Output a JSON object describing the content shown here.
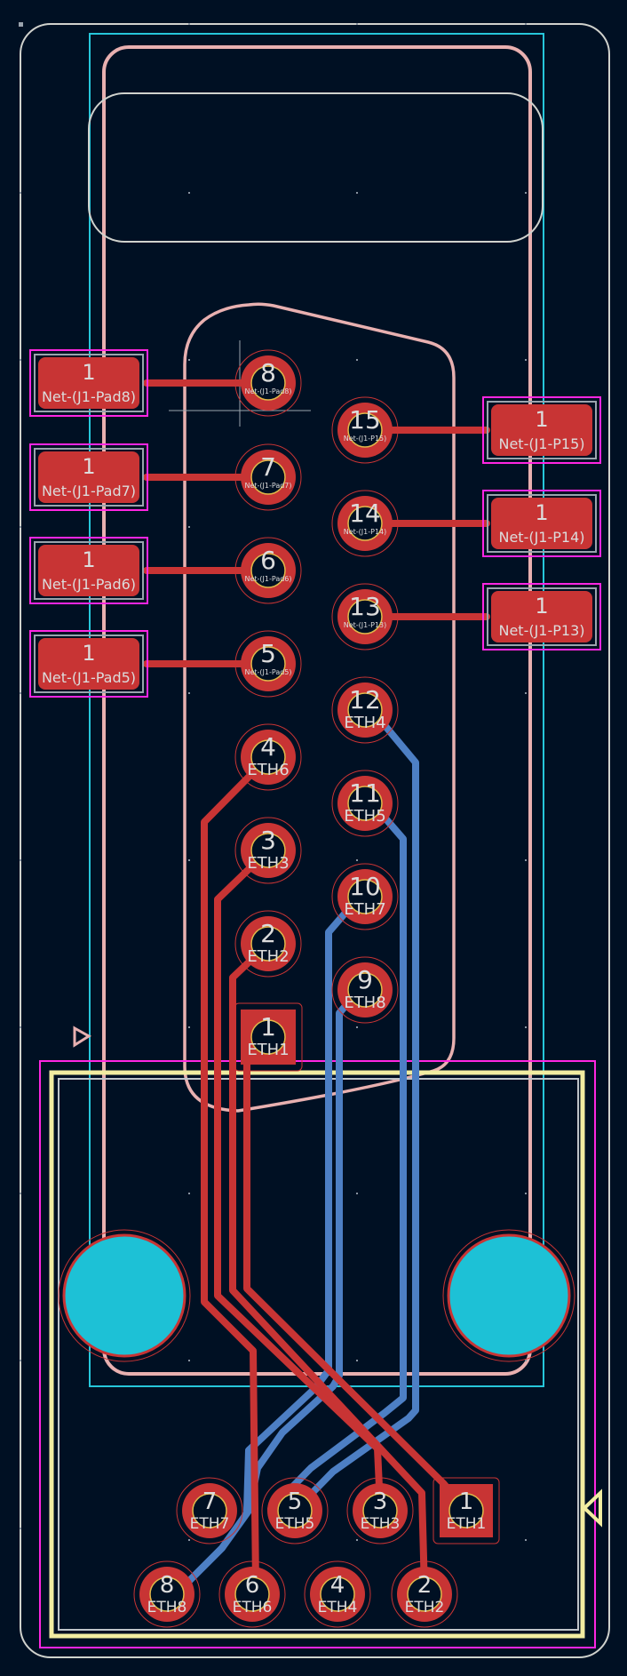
{
  "title": "PCB layout — DB15 connector to 8-pin header",
  "colors": {
    "background": "#001023",
    "edge_cuts": "#d0d2cd",
    "front_copper": "#c83434",
    "back_copper": "#4d7fc4",
    "silkscreen": "#f2eda1",
    "courtyard": "#ff26e2",
    "fab": "#26c6da",
    "connector_outline": "#e8b0b0",
    "pad_label": "#dcdcdc",
    "mounting_hole": "#1dc1d6"
  },
  "db15_pins": [
    {
      "num": "1",
      "net": "ETH1"
    },
    {
      "num": "2",
      "net": "ETH2"
    },
    {
      "num": "3",
      "net": "ETH3"
    },
    {
      "num": "4",
      "net": "ETH6"
    },
    {
      "num": "5",
      "net": "Net-(J1-Pad5)"
    },
    {
      "num": "6",
      "net": "Net-(J1-Pad6)"
    },
    {
      "num": "7",
      "net": "Net-(J1-Pad7)"
    },
    {
      "num": "8",
      "net": "Net-(J1-Pad8)"
    },
    {
      "num": "9",
      "net": "ETH8"
    },
    {
      "num": "10",
      "net": "ETH7"
    },
    {
      "num": "11",
      "net": "ETH5"
    },
    {
      "num": "12",
      "net": "ETH4"
    },
    {
      "num": "13",
      "net": "Net-(J1-P13)"
    },
    {
      "num": "14",
      "net": "Net-(J1-P14)"
    },
    {
      "num": "15",
      "net": "Net-(J1-P15)"
    }
  ],
  "smd_pads_left": [
    {
      "num": "1",
      "net": "Net-(J1-Pad8)"
    },
    {
      "num": "1",
      "net": "Net-(J1-Pad7)"
    },
    {
      "num": "1",
      "net": "Net-(J1-Pad6)"
    },
    {
      "num": "1",
      "net": "Net-(J1-Pad5)"
    }
  ],
  "smd_pads_right": [
    {
      "num": "1",
      "net": "Net-(J1-P15)"
    },
    {
      "num": "1",
      "net": "Net-(J1-P14)"
    },
    {
      "num": "1",
      "net": "Net-(J1-P13)"
    }
  ],
  "header_pins": [
    {
      "num": "1",
      "net": "ETH1"
    },
    {
      "num": "2",
      "net": "ETH2"
    },
    {
      "num": "3",
      "net": "ETH3"
    },
    {
      "num": "4",
      "net": "ETH4"
    },
    {
      "num": "5",
      "net": "ETH5"
    },
    {
      "num": "6",
      "net": "ETH6"
    },
    {
      "num": "7",
      "net": "ETH7"
    },
    {
      "num": "8",
      "net": "ETH8"
    }
  ]
}
